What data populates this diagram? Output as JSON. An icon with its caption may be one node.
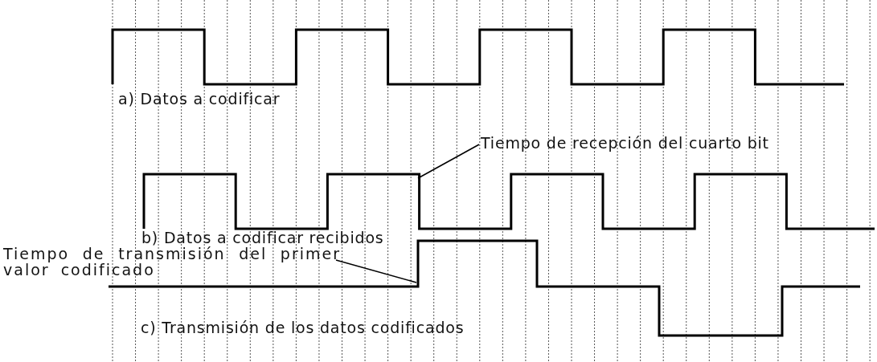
{
  "diagram": {
    "nodes": [
      {
        "text": [
          "Tiempo de recepción del cuarto bit"
        ]
      },
      {
        "text": [
          "Tiempo de transmisión del primer valor codificado"
        ]
      },
      {
        "text": [],
        "shape": "waveform"
      },
      {
        "text": [],
        "shape": "waveform"
      },
      {
        "text": [],
        "shape": "waveform"
      }
    ],
    "edges": [
      {
        "from": 0,
        "to": 3,
        "arrow": "none"
      },
      {
        "from": 1,
        "to": 4,
        "arrow": "none"
      }
    ],
    "labels": [
      "a) Datos a codificar",
      "b) Datos a codificar recibidos",
      "c) Transmisión de los datos codificados"
    ]
  }
}
